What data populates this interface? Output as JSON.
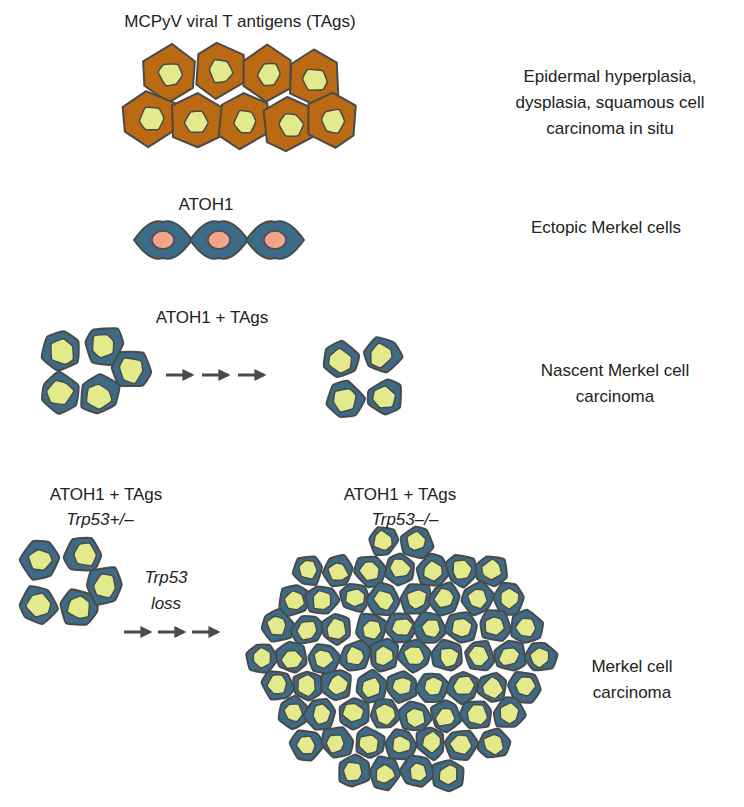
{
  "diagram": {
    "labels": [
      "MCPyV viral T antigens (TAgs)",
      "Epidermal hyperplasia, dysplasia, squamous cell carcinoma in situ",
      "ATOH1",
      "Ectopic Merkel cells",
      "ATOH1 + TAgs",
      "Nascent Merkel cell carcinoma",
      "ATOH1 + TAgs",
      "Trp53+/–",
      "Trp53 loss",
      "ATOH1 + TAgs",
      "Trp53–/–",
      "Merkel cell carcinoma"
    ]
  }
}
